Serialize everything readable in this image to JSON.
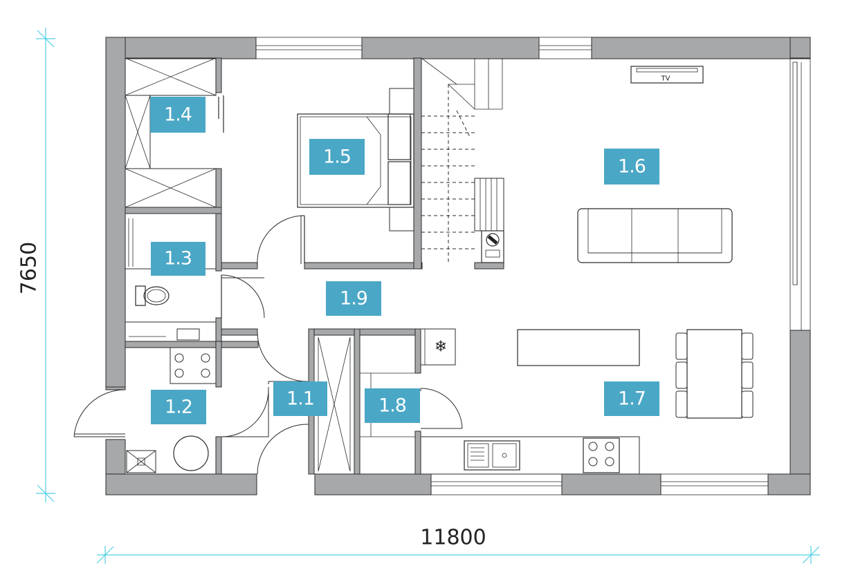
{
  "plan": {
    "dimensions": {
      "width": "11800",
      "height": "7650"
    },
    "tv_label": "TV",
    "rooms": [
      {
        "id": "1.1",
        "label": "1.1"
      },
      {
        "id": "1.2",
        "label": "1.2"
      },
      {
        "id": "1.3",
        "label": "1.3"
      },
      {
        "id": "1.4",
        "label": "1.4"
      },
      {
        "id": "1.5",
        "label": "1.5"
      },
      {
        "id": "1.6",
        "label": "1.6"
      },
      {
        "id": "1.7",
        "label": "1.7"
      },
      {
        "id": "1.8",
        "label": "1.8"
      },
      {
        "id": "1.9",
        "label": "1.9"
      }
    ],
    "colors": {
      "label_background": "#4aa7c6",
      "wall_fill": "#a7a8aa",
      "dimension_line": "#4fd0e2"
    },
    "icons": [
      "snowflake-icon",
      "toilet-icon",
      "sink-icon",
      "stove-icon",
      "sofa-icon",
      "bed-icon",
      "staircase-icon",
      "fireplace-icon"
    ]
  }
}
